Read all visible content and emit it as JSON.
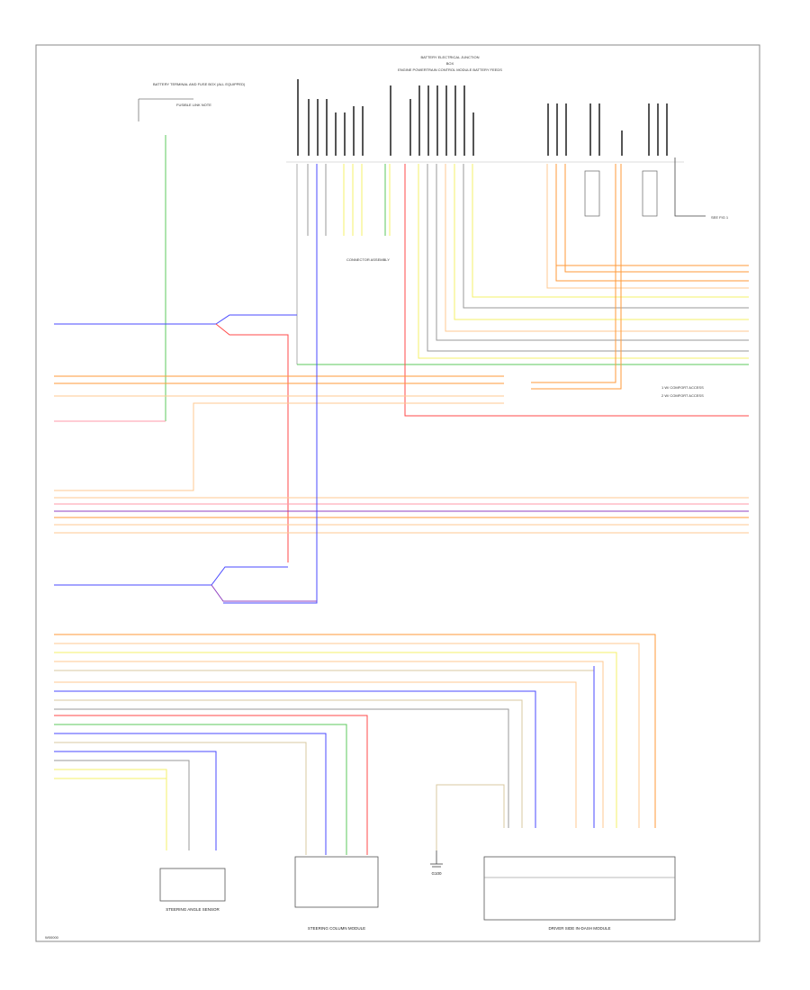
{
  "header": {
    "title_line1": "BATTERY ELECTRICAL JUNCTION",
    "title_line2": "BOX",
    "title_line3": "ENGINE POWERTRAIN CONTROL MODULE BATTERY FEEDS"
  },
  "footer": {
    "code": "W00000"
  },
  "colors": {
    "orange": "#ff9a3a",
    "light_orange": "#ffc890",
    "yellow": "#f5f06a",
    "green": "#5cc85c",
    "blue": "#4a4aff",
    "red": "#ff4a4a",
    "purple": "#9040c0",
    "pink": "#ff9aaa",
    "tan": "#d8c8a0",
    "gray": "#9a9a9a",
    "dark": "#444444"
  },
  "components": {
    "ground_top_left": "BATTERY TERMINAL AND FUSE BOX (ALL EQUIPPED)",
    "module_top_left_note": "FUSIBLE LINK NOTE",
    "center_note": "CONNECTOR ASSEMBLY",
    "left_module": "STEERING ANGLE SENSOR",
    "center_module": "STEERING COLUMN MODULE",
    "right_module": "DRIVER SIDE IN-DASH MODULE",
    "ground_bottom": "G100",
    "right_ref": "SEE FIG 1"
  },
  "legend": {
    "entry1": "1  W/ COMFORT ACCESS",
    "entry2": "2  W/ COMFORT ACCESS"
  }
}
